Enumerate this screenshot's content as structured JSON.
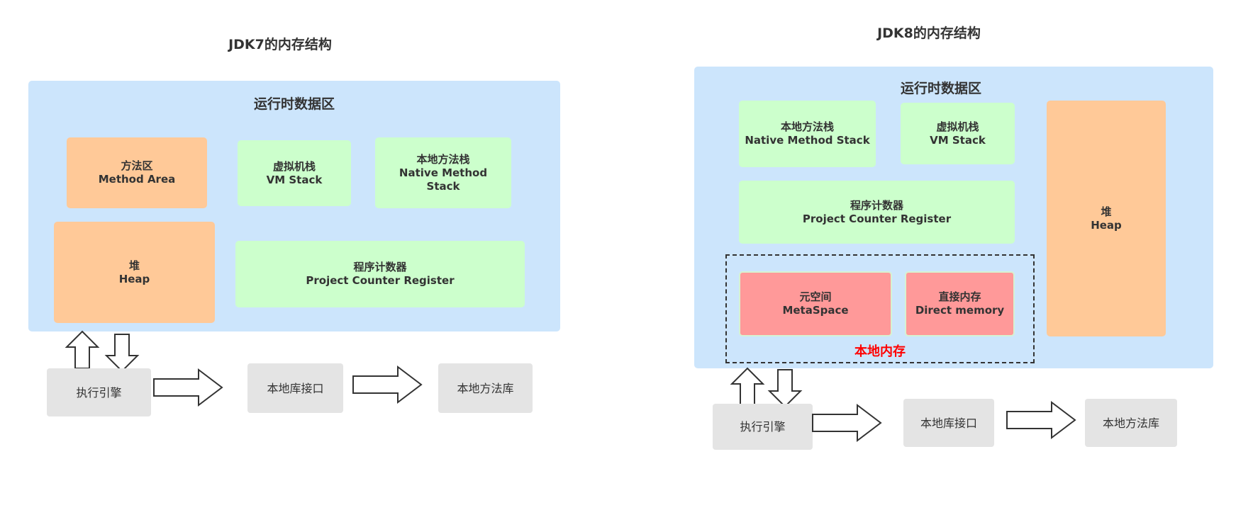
{
  "jdk7": {
    "title": "JDK7的内存结构",
    "region_title": "运行时数据区",
    "method_area": {
      "line1": "方法区",
      "line2": "Method Area"
    },
    "vm_stack": {
      "line1": "虚拟机栈",
      "line2": "VM Stack"
    },
    "native_stack": {
      "line1": "本地方法栈",
      "line2": "Native Method",
      "line3": "Stack"
    },
    "heap": {
      "line1": "堆",
      "line2": "Heap"
    },
    "pc_register": {
      "line1": "程序计数器",
      "line2": "Project Counter Register"
    },
    "exec_engine": "执行引擎",
    "native_interface": "本地库接口",
    "native_library": "本地方法库"
  },
  "jdk8": {
    "title": "JDK8的内存结构",
    "region_title": "运行时数据区",
    "native_stack": {
      "line1": "本地方法栈",
      "line2": "Native Method Stack"
    },
    "vm_stack": {
      "line1": "虚拟机栈",
      "line2": "VM Stack"
    },
    "heap": {
      "line1": "堆",
      "line2": "Heap"
    },
    "pc_register": {
      "line1": "程序计数器",
      "line2": "Project Counter Register"
    },
    "metaspace": {
      "line1": "元空间",
      "line2": "MetaSpace"
    },
    "direct_memory": {
      "line1": "直接内存",
      "line2": "Direct memory"
    },
    "native_memory_label": "本地内存",
    "exec_engine": "执行引擎",
    "native_interface": "本地库接口",
    "native_library": "本地方法库"
  },
  "colors": {
    "region": "#cce5fc",
    "orange": "#ffc998",
    "green": "#ccffcc",
    "red": "#ff9999",
    "grey": "#e4e4e4",
    "native_label": "#ff0000"
  }
}
